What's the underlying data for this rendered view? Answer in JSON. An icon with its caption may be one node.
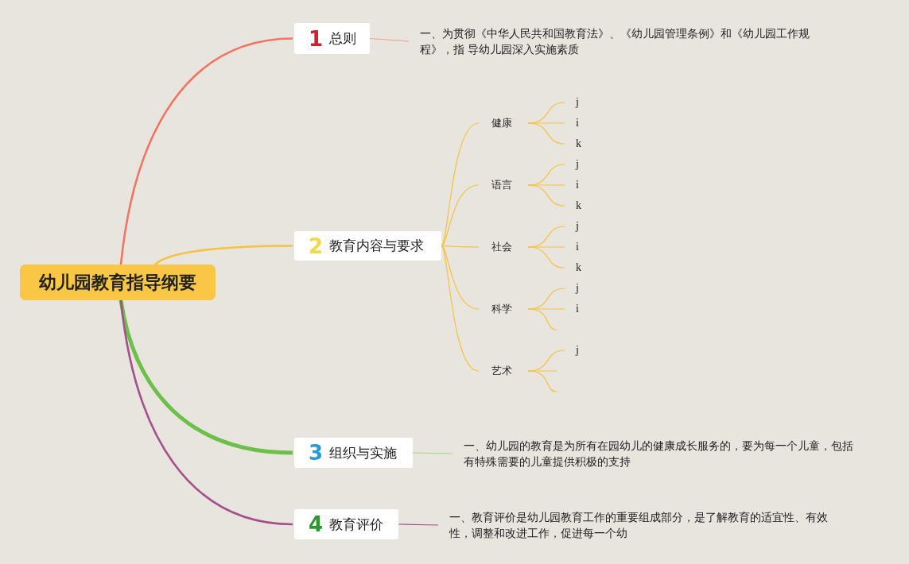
{
  "diagram": {
    "nodes": [
      {
        "text": [
          "幼儿园教育指导纲要"
        ]
      },
      {
        "text": [
          "1",
          "总则"
        ]
      },
      {
        "text": [
          "一、为贯彻《中华人民共和国教育法》、《幼儿园管理条例》和《幼儿园工作规程》，指 导幼儿园深入实施素质"
        ]
      },
      {
        "text": [
          "2",
          "教育内容与要求"
        ]
      },
      {
        "text": [
          "健康"
        ]
      },
      {
        "text": [
          "j"
        ]
      },
      {
        "text": [
          "i"
        ]
      },
      {
        "text": [
          "k"
        ]
      },
      {
        "text": [
          "语言"
        ]
      },
      {
        "text": [
          "j"
        ]
      },
      {
        "text": [
          "i"
        ]
      },
      {
        "text": [
          "k"
        ]
      },
      {
        "text": [
          "社会"
        ]
      },
      {
        "text": [
          "j"
        ]
      },
      {
        "text": [
          "i"
        ]
      },
      {
        "text": [
          "k"
        ]
      },
      {
        "text": [
          "科学"
        ]
      },
      {
        "text": [
          "j"
        ]
      },
      {
        "text": [
          "i"
        ]
      },
      {
        "text": [
          "艺术"
        ]
      },
      {
        "text": [
          "j"
        ]
      },
      {
        "text": [
          "3",
          "组织与实施"
        ]
      },
      {
        "text": [
          "一、幼儿园的教育是为所有在园幼儿的健康成长服务的，要为每一个儿童，包括有特殊需要的儿童提供积极的支持"
        ]
      },
      {
        "text": [
          "4",
          "教育评价"
        ]
      },
      {
        "text": [
          "一、教育评价是幼儿园教育工作的重要组成部分，是了解教育的适宜性、有效性，调整和改进工作，促进每一个幼"
        ]
      }
    ],
    "edges": [
      {
        "from": 0,
        "to": 1,
        "arrow": "none",
        "color": "#f07562"
      },
      {
        "from": 1,
        "to": 2,
        "arrow": "none",
        "color": "#f2a49a"
      },
      {
        "from": 0,
        "to": 3,
        "arrow": "none"
      },
      {
        "from": 3,
        "to": 4,
        "arrow": "none"
      },
      {
        "from": 3,
        "to": 8,
        "arrow": "none"
      },
      {
        "from": 3,
        "to": 12,
        "arrow": "none"
      },
      {
        "from": 3,
        "to": 16,
        "arrow": "none"
      },
      {
        "from": 3,
        "to": 19,
        "arrow": "none"
      },
      {
        "from": 4,
        "to": 5,
        "arrow": "none"
      },
      {
        "from": 4,
        "to": 6,
        "arrow": "none"
      },
      {
        "from": 4,
        "to": 7,
        "arrow": "none"
      },
      {
        "from": 8,
        "to": 9,
        "arrow": "none"
      },
      {
        "from": 8,
        "to": 10,
        "arrow": "none"
      },
      {
        "from": 8,
        "to": 11,
        "arrow": "none"
      },
      {
        "from": 12,
        "to": 13,
        "arrow": "none"
      },
      {
        "from": 12,
        "to": 14,
        "arrow": "none"
      },
      {
        "from": 12,
        "to": 15,
        "arrow": "none"
      },
      {
        "from": 16,
        "to": 17,
        "arrow": "none"
      },
      {
        "from": 16,
        "to": 18,
        "arrow": "none"
      },
      {
        "from": 16,
        "to": null,
        "arrow": "none"
      },
      {
        "from": 19,
        "to": 20,
        "arrow": "none"
      },
      {
        "from": 19,
        "to": null,
        "arrow": "none"
      },
      {
        "from": 19,
        "to": null,
        "arrow": "none"
      },
      {
        "from": 0,
        "to": 21,
        "arrow": "none",
        "style": "thick",
        "color": "#6cc04a"
      },
      {
        "from": 21,
        "to": 22,
        "arrow": "none",
        "color": "#9ed486"
      },
      {
        "from": 0,
        "to": 23,
        "arrow": "none",
        "color": "#a3508c"
      },
      {
        "from": 23,
        "to": 24,
        "arrow": "none",
        "color": "#a3508c"
      }
    ]
  }
}
